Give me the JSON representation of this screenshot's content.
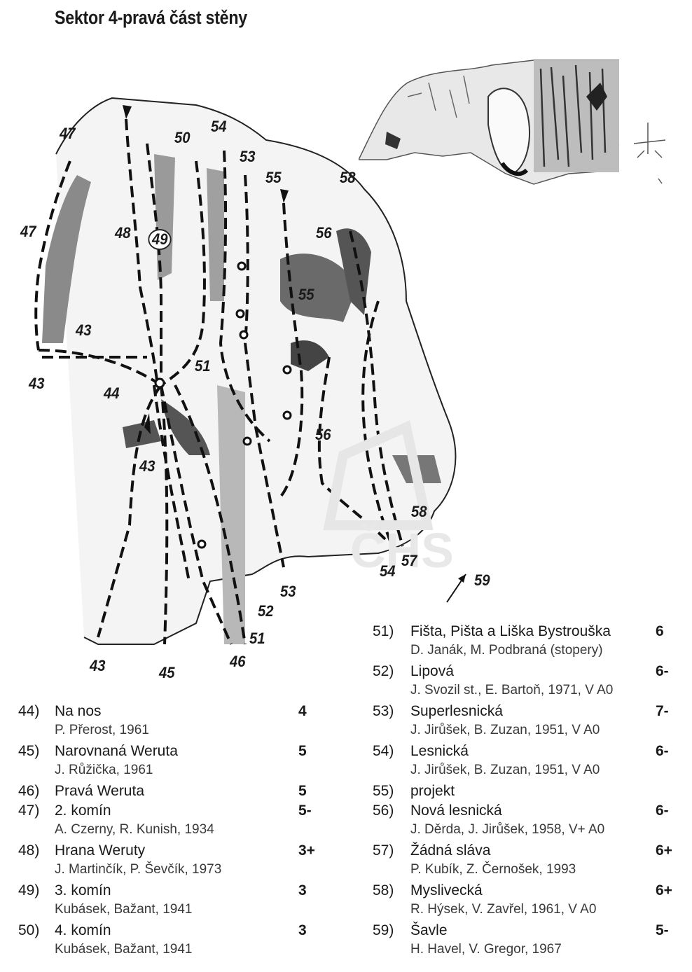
{
  "title": "Sektor 4-pravá část stěny",
  "watermark": "ČHS",
  "topo_labels": [
    "47",
    "47",
    "48",
    "49",
    "50",
    "54",
    "53",
    "55",
    "58",
    "56",
    "55",
    "43",
    "43",
    "44",
    "51",
    "43",
    "56",
    "58",
    "54",
    "57",
    "59",
    "53",
    "52",
    "51",
    "46",
    "45",
    "43"
  ],
  "routes_left": [
    {
      "num": "44)",
      "name": "Na nos",
      "grade": "4",
      "authors": "P. Přerost, 1961"
    },
    {
      "num": "45)",
      "name": "Narovnaná Weruta",
      "grade": "5",
      "authors": "J. Růžička, 1961"
    },
    {
      "num": "46)",
      "name": "Pravá Weruta",
      "grade": "5",
      "authors": ""
    },
    {
      "num": "47)",
      "name": "2. komín",
      "grade": "5-",
      "authors": "A. Czerny, R. Kunish, 1934"
    },
    {
      "num": "48)",
      "name": "Hrana Weruty",
      "grade": "3+",
      "authors": "J. Martinčík, P. Ševčík,  1973"
    },
    {
      "num": "49)",
      "name": "3. komín",
      "grade": "3",
      "authors": "Kubásek, Bažant, 1941"
    },
    {
      "num": "50)",
      "name": "4. komín",
      "grade": "3",
      "authors": "Kubásek, Bažant, 1941"
    }
  ],
  "routes_right": [
    {
      "num": "51)",
      "name": "Fišta, Pišta a Liška Bystrouška",
      "grade": "6",
      "authors": "D. Janák, M. Podbraná (stopery)"
    },
    {
      "num": "52)",
      "name": "Lipová",
      "grade": "6-",
      "authors": "J. Svozil st., E. Bartoň, 1971, V A0"
    },
    {
      "num": "53)",
      "name": "Superlesnická",
      "grade": "7-",
      "authors": "J. Jirůšek, B. Zuzan, 1951, V A0"
    },
    {
      "num": "54)",
      "name": "Lesnická",
      "grade": "6-",
      "authors": "J. Jirůšek, B. Zuzan, 1951, V A0"
    },
    {
      "num": "55)",
      "name": "projekt",
      "grade": "",
      "authors": ""
    },
    {
      "num": "56)",
      "name": "Nová lesnická",
      "grade": "6-",
      "authors": "J. Děrda, J. Jirůšek, 1958, V+ A0"
    },
    {
      "num": "57)",
      "name": "Žádná sláva",
      "grade": "6+",
      "authors": "P. Kubík, Z. Černošek, 1993"
    },
    {
      "num": "58)",
      "name": "Myslivecká",
      "grade": "6+",
      "authors": "R. Hýsek, V. Zavřel, 1961, V A0"
    },
    {
      "num": "59)",
      "name": "Šavle",
      "grade": "5-",
      "authors": "H. Havel, V. Gregor, 1967"
    }
  ]
}
